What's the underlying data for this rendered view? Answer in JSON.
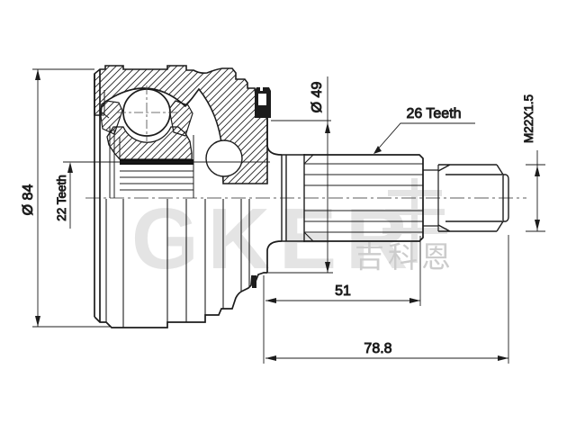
{
  "drawing": {
    "type": "cv-joint-outer-race-technical-drawing",
    "labels": {
      "outer_diameter": "Ø 84",
      "inner_spline_teeth": "22 Teeth",
      "ring_diameter": "Ø 49",
      "shaft_spline_teeth": "26 Teeth",
      "thread_spec": "M22X1.5",
      "spline_length": "51",
      "total_length": "78.8"
    },
    "watermark": {
      "logo_text": "GKER",
      "company_cn": "吉科恩"
    },
    "colors": {
      "line": "#1c1c1c",
      "background": "#ffffff",
      "watermark_light": "#e4e4e4",
      "watermark_mid": "#cccccc"
    }
  }
}
